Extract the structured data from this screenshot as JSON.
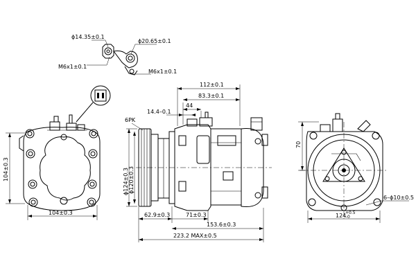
{
  "dims": {
    "port_d1": "ϕ14.35±0.1",
    "port_d2": "ϕ20.65±0.1",
    "port_m6_left": "M6x1±0.1",
    "port_m6_right": "M6x1±0.1",
    "len_112": "112±0.1",
    "len_83": "83.3±0.1",
    "len_44": "44",
    "len_14": "14.4–0.1",
    "label_6pk": "6PK",
    "dia_124": "ϕ124±0.3",
    "dia_120": "ϕ120±0.3",
    "len_62": "62.9±0.3",
    "len_71": "71±0.3",
    "len_153": "153.6±0.3",
    "len_223": "223.2 MAX±0.5",
    "left_104_v": "104±0.3",
    "left_104_h": "104±0.3",
    "right_70": "70",
    "right_124": "124",
    "right_124_tol_up": "+0.5",
    "right_124_tol_dn": "–0",
    "right_hole": "6–ϕ10±0.5"
  }
}
